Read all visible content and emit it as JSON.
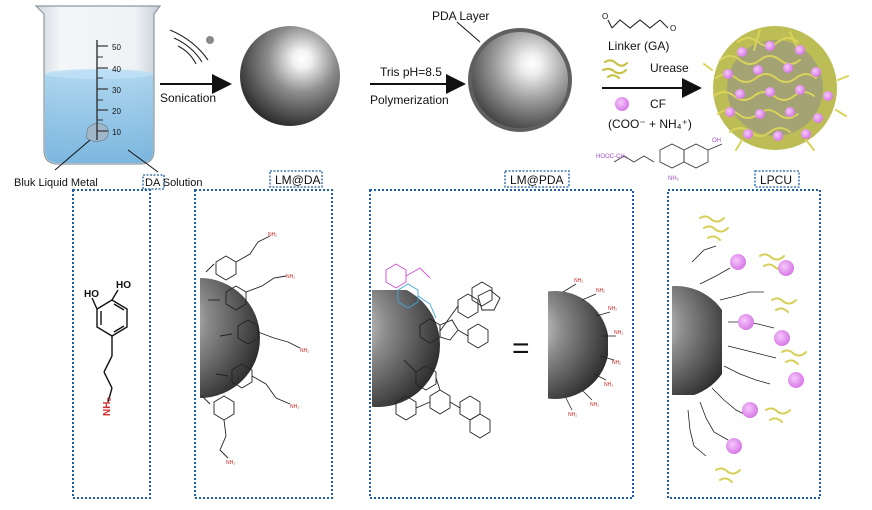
{
  "top_labels": {
    "sonication": "Sonication",
    "tris": "Tris pH=8.5",
    "polymerization": "Polymerization",
    "pda_layer": "PDA Layer",
    "linker": "Linker (GA)",
    "urease": "Urease",
    "cf": "CF",
    "coo_nh4": "(COO⁻ + NH₄⁺)",
    "bulk_lm": "Bluk Liquid Metal",
    "da_solution": "DA Solution"
  },
  "beaker_ticks": [
    "50",
    "40",
    "30",
    "20",
    "10"
  ],
  "panels": {
    "da": "DA",
    "lmda": "LM@DA",
    "lmpda": "LM@PDA",
    "lpcu": "LPCU"
  },
  "chem": {
    "ho1": "HO",
    "ho2": "HO",
    "nh2": "NH₂",
    "equals": "="
  },
  "colors": {
    "panel_border": "#1f5fa8",
    "label_box_border": "#1f5fa8",
    "water": "#8ec3e6",
    "urease": "#d8d45a",
    "cf": "#e38cf0",
    "amine_red": "#d42a2a"
  }
}
